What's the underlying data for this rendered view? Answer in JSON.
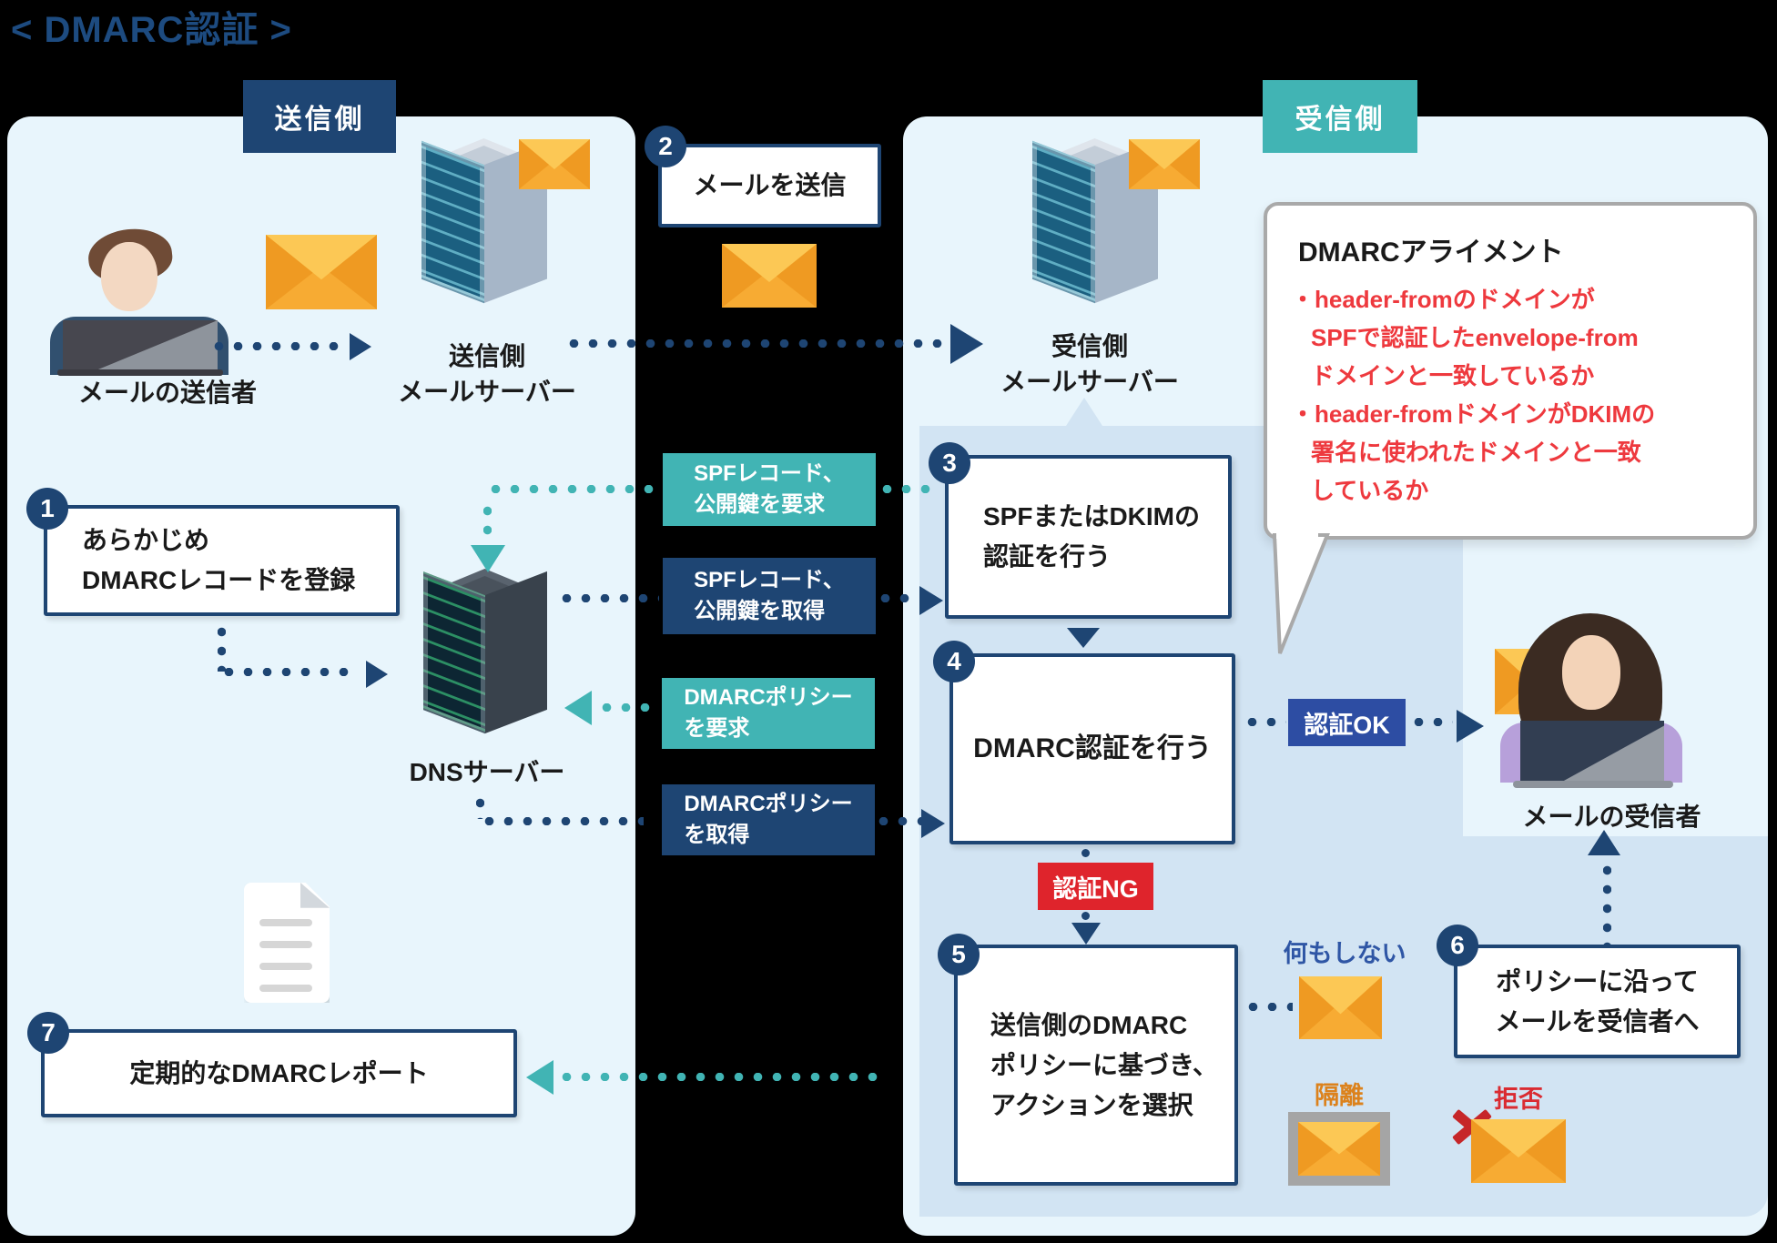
{
  "title": "< DMARC認証 >",
  "colors": {
    "background": "#000000",
    "panel": "#e8f5fc",
    "inner_panel": "#d2e4f3",
    "navy": "#1e4573",
    "teal": "#41b4b4",
    "auth_ok_blue": "#2d4da3",
    "auth_ng_red": "#df242c",
    "bubble_text_red": "#ee393e",
    "none_blue": "#2f56a5",
    "quarantine_orange": "#dc821c",
    "reject_red": "#da2b31",
    "envelope_orange": "#f3a02a"
  },
  "icons": {
    "mail-icon": "orange envelope shape",
    "server-icon": "isometric blue mail server tower",
    "dns-server-icon": "isometric dark server tower",
    "person-icon": "sender at laptop",
    "recipient-icon": "woman at laptop",
    "document-icon": "white report sheet with folded corner",
    "x-icon": "red cross",
    "speech-bubble": "white callout with gray border"
  },
  "sides": {
    "sender": "送信側",
    "receiver": "受信側"
  },
  "actors": {
    "mail_sender": "メールの送信者",
    "sender_server": {
      "line1": "送信側",
      "line2": "メールサーバー"
    },
    "receiver_server": {
      "line1": "受信側",
      "line2": "メールサーバー"
    },
    "dns_server": "DNSサーバー",
    "mail_recipient": "メールの受信者"
  },
  "steps": {
    "s1": {
      "num": "1",
      "line1": "あらかじめ",
      "line2": "DMARCレコードを登録"
    },
    "s2": {
      "num": "2",
      "text": "メールを送信"
    },
    "s3": {
      "num": "3",
      "line1": "SPFまたはDKIMの",
      "line2": "認証を行う"
    },
    "s4": {
      "num": "4",
      "text": "DMARC認証を行う"
    },
    "s5": {
      "num": "5",
      "line1": "送信側のDMARC",
      "line2": "ポリシーに基づき、",
      "line3": "アクションを選択"
    },
    "s6": {
      "num": "6",
      "line1": "ポリシーに沿って",
      "line2": "メールを受信者へ"
    },
    "s7": {
      "num": "7",
      "text": "定期的なDMARCレポート"
    }
  },
  "flow_labels": {
    "spf_request": {
      "line1": "SPFレコード、",
      "line2": "公開鍵を要求"
    },
    "spf_fetch": {
      "line1": "SPFレコード、",
      "line2": "公開鍵を取得"
    },
    "policy_request": {
      "line1": "DMARCポリシー",
      "line2": "を要求"
    },
    "policy_fetch": {
      "line1": "DMARCポリシー",
      "line2": "を取得"
    }
  },
  "badges": {
    "auth_ok": "認証OK",
    "auth_ng": "認証NG"
  },
  "outcomes": {
    "none": "何もしない",
    "quarantine": "隔離",
    "reject": "拒否"
  },
  "bubble": {
    "title": "DMARCアライメント",
    "lines": [
      "・header-fromのドメインが",
      "SPFで認証したenvelope-from",
      "ドメインと一致しているか",
      "・header-fromドメインがDKIMの",
      "署名に使われたドメインと一致",
      "しているか"
    ]
  }
}
